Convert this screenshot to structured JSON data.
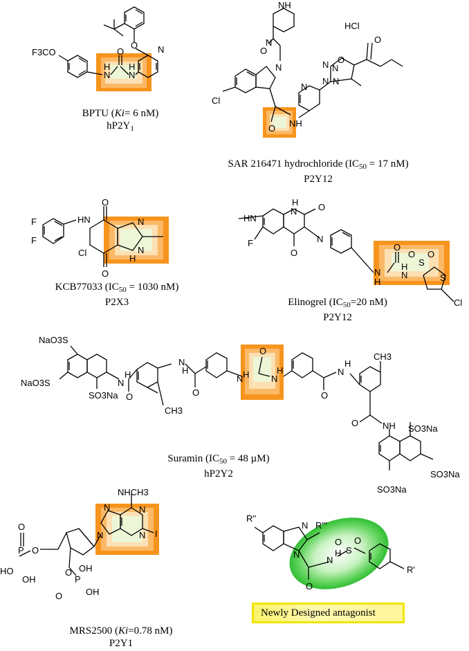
{
  "compounds": [
    {
      "name": "BPTU",
      "metric_prefix": "(",
      "metric": "Ki",
      "metric_suffix": "= 6 nM)",
      "target": "hP2Y",
      "target_sub": "1"
    },
    {
      "name": "SAR 216471 hydrochloride",
      "metric": "IC",
      "metric_sub": "50",
      "value": "= 17 nM)",
      "target": "P2Y12",
      "salt": "HCl"
    },
    {
      "name": "KCB77033",
      "metric": "IC",
      "metric_sub": "50",
      "value": "= 1030 nM)",
      "target": "P2X3"
    },
    {
      "name": "Elinogrel",
      "metric": "IC",
      "metric_sub": "50",
      "value": "=20 nM)",
      "target": "P2Y12"
    },
    {
      "name": "Suramin",
      "metric": "IC",
      "metric_sub": "50",
      "value": "= 48 µM)",
      "target": "hP2Y2"
    },
    {
      "name": "MRS2500",
      "metric_prefix": "(",
      "metric": "Ki",
      "metric_suffix": "=0.78 nM)",
      "target": "P2Y1"
    }
  ],
  "atom_labels": {
    "bptu": [
      "F3CO",
      "O",
      "N",
      "N",
      "N",
      "H",
      "H",
      "O"
    ],
    "sar": [
      "N",
      "NH",
      "O",
      "N",
      "N",
      "N",
      "N",
      "O",
      "N",
      "N",
      "O",
      "NH",
      "O",
      "Cl"
    ],
    "kcb": [
      "F",
      "F",
      "HN",
      "O",
      "O",
      "N",
      "N",
      "H",
      "Cl"
    ],
    "elinogrel": [
      "HN",
      "H",
      "N",
      "O",
      "N",
      "O",
      "F",
      "N",
      "H",
      "O",
      "N",
      "H",
      "S",
      "O",
      "O",
      "S",
      "Cl"
    ],
    "suramin": [
      "NaO3S",
      "NaO3S",
      "SO3Na",
      "H",
      "N",
      "O",
      "H",
      "N",
      "O",
      "H",
      "N",
      "O",
      "N",
      "H",
      "N",
      "H",
      "O",
      "CH3",
      "CH3",
      "O",
      "NH",
      "SO3Na",
      "SO3Na",
      "SO3Na"
    ],
    "mrs": [
      "NHCH3",
      "N",
      "N",
      "N",
      "N",
      "I",
      "O",
      "O",
      "P",
      "HO",
      "OH",
      "O",
      "P",
      "OH",
      "OH",
      "O"
    ],
    "newly": [
      "R''",
      "R'''",
      "N",
      "N",
      "O",
      "N",
      "S",
      "O",
      "O",
      "H",
      "R'"
    ]
  },
  "legend": "Newly Designed antagonist",
  "colors": {
    "highlight_orange": "#f7941d",
    "highlight_green": "#22c02a",
    "legend_yellow": "#f2e500"
  }
}
